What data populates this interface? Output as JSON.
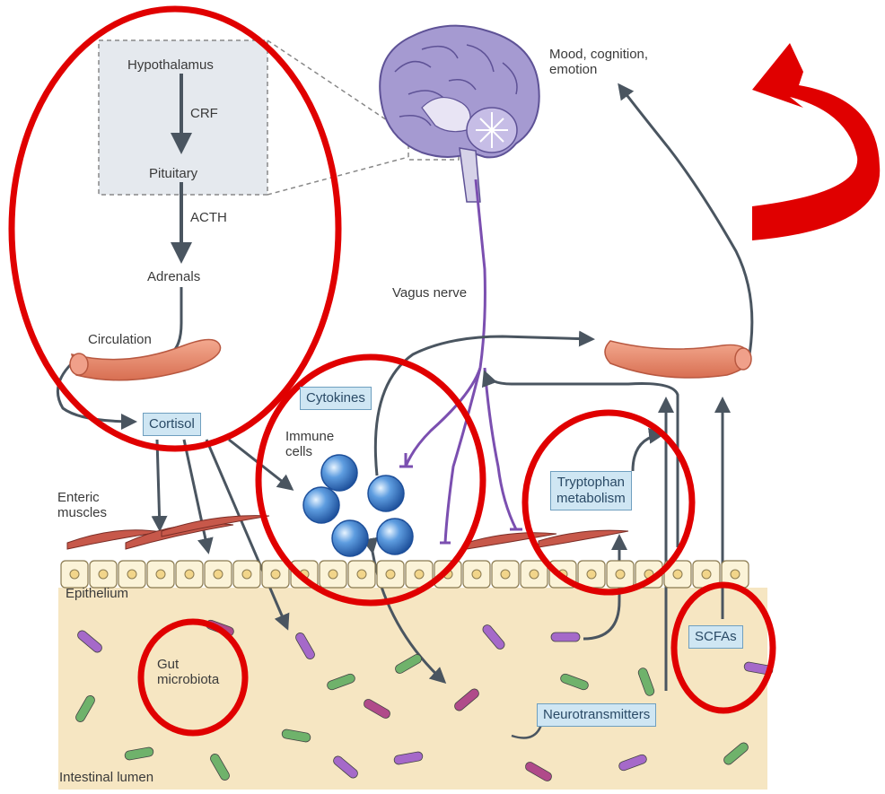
{
  "hpa": {
    "hypothalamus": "Hypothalamus",
    "crf": "CRF",
    "pituitary": "Pituitary",
    "acth": "ACTH",
    "adrenals": "Adrenals",
    "circulation": "Circulation"
  },
  "brain": {
    "mood": [
      "Mood, cognition,",
      "emotion"
    ],
    "vagus": "Vagus nerve"
  },
  "boxes": {
    "cortisol": "Cortisol",
    "cytokines": "Cytokines",
    "tryptophan": [
      "Tryptophan",
      "metabolism"
    ],
    "scfas": "SCFAs",
    "neurotransmitters": "Neurotransmitters"
  },
  "labels": {
    "immune": [
      "Immune",
      "cells"
    ],
    "enteric": [
      "Enteric",
      "muscles"
    ],
    "epithelium": "Epithelium",
    "gut": [
      "Gut",
      "microbiota"
    ],
    "lumen": "Intestinal lumen"
  },
  "colors": {
    "highlight_red": "#e00000",
    "box_fill": "#cfe6f3",
    "vessel": "#e6886a",
    "vagus_purple": "#7b4fb0",
    "lumen_beige": "#f6e6c2",
    "arrow_gray": "#4a5560"
  }
}
